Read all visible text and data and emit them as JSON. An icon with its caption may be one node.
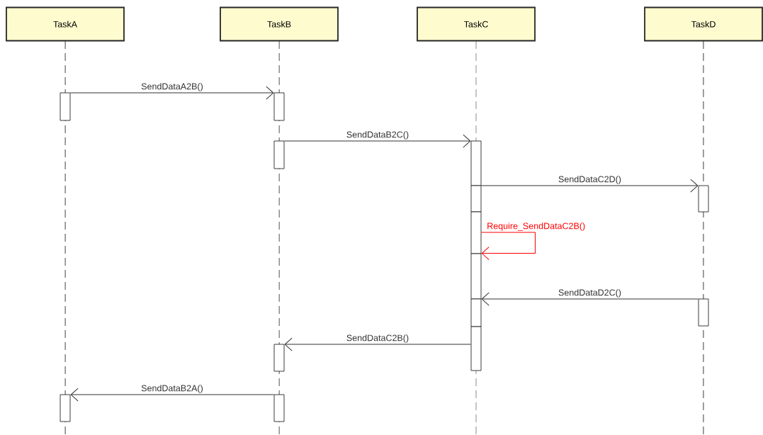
{
  "diagram": {
    "nodes": [
      {
        "text": [
          "TaskA"
        ]
      },
      {
        "text": [
          "TaskB"
        ]
      },
      {
        "text": [
          "TaskC"
        ]
      },
      {
        "text": [
          "TaskD"
        ]
      },
      {
        "text": [],
        "shape": "bar"
      },
      {
        "text": [],
        "shape": "bar"
      },
      {
        "text": [],
        "shape": "bar"
      },
      {
        "text": [],
        "shape": "bar"
      },
      {
        "text": [],
        "shape": "bar"
      },
      {
        "text": [],
        "shape": "bar"
      },
      {
        "text": [],
        "shape": "bar"
      },
      {
        "text": [],
        "shape": "bar"
      },
      {
        "text": [],
        "shape": "bar"
      },
      {
        "text": [],
        "shape": "bar"
      },
      {
        "text": [],
        "shape": "bar"
      },
      {
        "text": [],
        "shape": "bar"
      },
      {
        "text": [],
        "shape": "bar"
      },
      {
        "text": [],
        "shape": "bar"
      }
    ],
    "edges": [
      {
        "from": 4,
        "to": 5,
        "arrow": "to",
        "label": "SendDataA2B()"
      },
      {
        "from": 6,
        "to": 7,
        "arrow": "to",
        "label": "SendDataB2C()"
      },
      {
        "from": 8,
        "to": 13,
        "arrow": "to",
        "label": "SendDataC2D()"
      },
      {
        "from": 9,
        "to": 10,
        "arrow": "to",
        "label": "Require_SendDataC2B()",
        "color": "#ff0000"
      },
      {
        "from": 14,
        "to": 11,
        "arrow": "to",
        "label": "SendDataD2C()"
      },
      {
        "from": 12,
        "to": 15,
        "arrow": "to",
        "label": "SendDataC2B()"
      },
      {
        "from": 17,
        "to": 16,
        "arrow": "to",
        "label": "SendDataB2A()"
      }
    ]
  }
}
